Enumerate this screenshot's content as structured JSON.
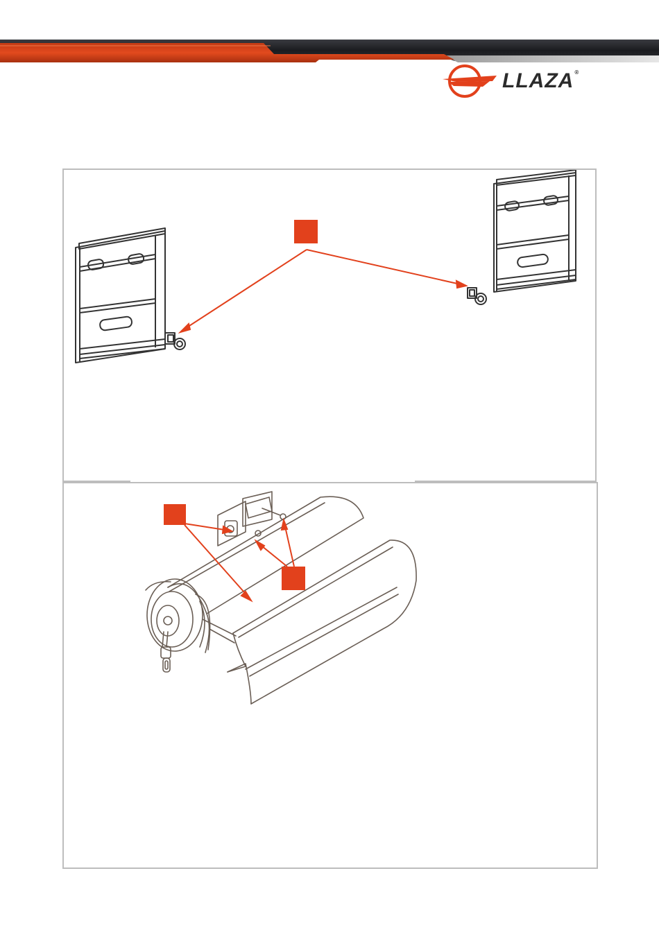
{
  "brand": {
    "name": "LLAZA",
    "trademark": "®",
    "accent_color": "#e2411c",
    "dark_color": "#1e1f23"
  },
  "figures": [
    {
      "id": "wall-brackets",
      "description_icons": [
        "bracket-left",
        "bracket-right",
        "bolt-nut",
        "callout-marker"
      ]
    },
    {
      "id": "awning-cassette",
      "description_icons": [
        "cassette-drum",
        "crank-handle",
        "mounting-bracket",
        "callout-marker"
      ]
    }
  ]
}
